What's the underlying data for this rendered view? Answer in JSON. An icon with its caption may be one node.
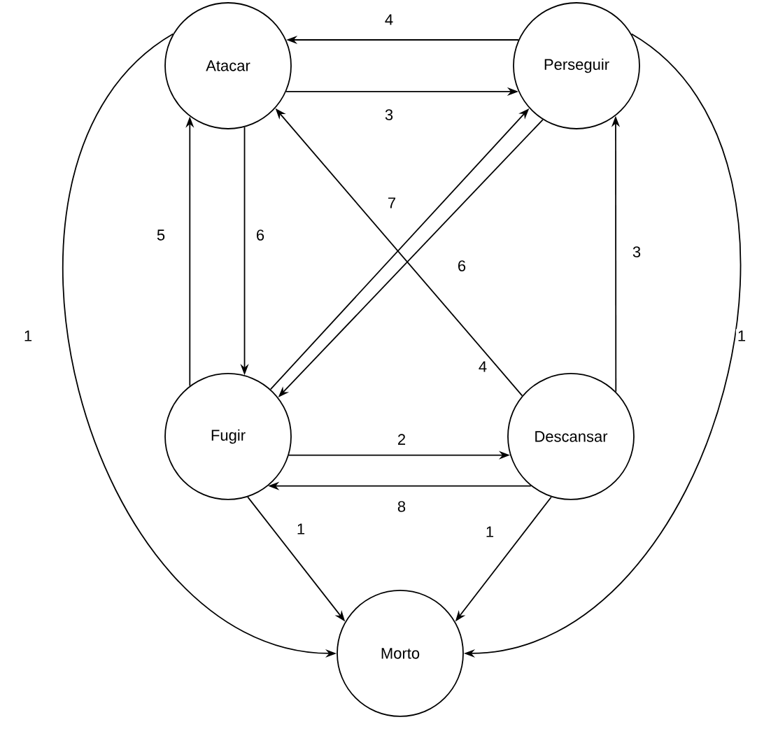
{
  "diagram": {
    "nodes": [
      {
        "text": [
          "Atacar"
        ]
      },
      {
        "text": [
          "Perseguir"
        ]
      },
      {
        "text": [
          "Fugir"
        ]
      },
      {
        "text": [
          "Descansar"
        ]
      },
      {
        "text": [
          "Morto"
        ]
      }
    ],
    "edges": [
      {
        "from": 1,
        "to": 0,
        "arrow": "to",
        "label": "4"
      },
      {
        "from": 0,
        "to": 1,
        "arrow": "to",
        "label": "3"
      },
      {
        "from": 0,
        "to": 4,
        "arrow": "to",
        "label": "1"
      },
      {
        "from": 1,
        "to": 4,
        "arrow": "to",
        "label": "1"
      },
      {
        "from": 0,
        "to": 2,
        "arrow": "to",
        "label": "6"
      },
      {
        "from": 2,
        "to": 0,
        "arrow": "to",
        "label": "5"
      },
      {
        "from": 2,
        "to": 1,
        "arrow": "to",
        "label": "7"
      },
      {
        "from": 1,
        "to": 2,
        "arrow": "to",
        "label": "6"
      },
      {
        "from": 3,
        "to": 0,
        "arrow": "to",
        "label": "4"
      },
      {
        "from": 3,
        "to": 1,
        "arrow": "to",
        "label": "3"
      },
      {
        "from": 2,
        "to": 3,
        "arrow": "to",
        "label": "2"
      },
      {
        "from": 3,
        "to": 2,
        "arrow": "to",
        "label": "8"
      },
      {
        "from": 2,
        "to": 4,
        "arrow": "to",
        "label": "1"
      },
      {
        "from": 3,
        "to": 4,
        "arrow": "to",
        "label": "1"
      }
    ]
  }
}
